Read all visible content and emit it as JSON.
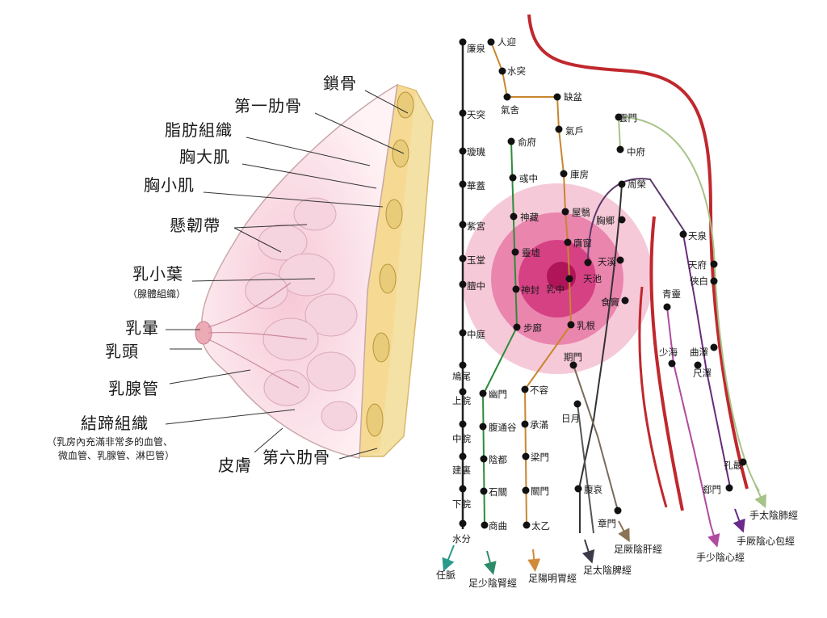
{
  "colors": {
    "ren": "#222222",
    "kidney": "#2e8b3a",
    "stomach": "#c8862e",
    "spleen": "#444444",
    "liver": "#8b7355",
    "heart": "#7b3f8c",
    "pericardium": "#6a2a7a",
    "lung": "#a6c48a",
    "gallbladder": "#7a6a5a",
    "red_curve": "#c0282d",
    "zone_outer": "#f2b6cd",
    "zone_mid": "#e5709f",
    "zone_inner": "#cc2e74",
    "zone_core": "#b0155a"
  },
  "anatomy": {
    "labels": [
      "鎖骨",
      "第一肋骨",
      "脂肪組織",
      "胸大肌",
      "胸小肌",
      "懸韌帶",
      "乳小葉",
      "乳暈",
      "乳頭",
      "乳腺管",
      "結蹄組織",
      "皮膚",
      "第六肋骨"
    ],
    "lobule_sub": "（腺體組織）",
    "connective_sub1": "（乳房內充滿非常多的血管、",
    "connective_sub2": "微血管、乳腺管、淋巴管）"
  },
  "points": {
    "ren": [
      "廉泉",
      "天突",
      "璇璣",
      "華蓋",
      "紫宮",
      "玉堂",
      "膻中",
      "中庭",
      "鳩尾",
      "上脘",
      "中脘",
      "建裏",
      "下脘",
      "水分"
    ],
    "stomach_upper": [
      "人迎",
      "水突",
      "氣舍",
      "缺盆",
      "氣戶",
      "庫房",
      "屋翳",
      "膺窗",
      "乳中",
      "乳根"
    ],
    "kidney_chest": [
      "俞府",
      "彧中",
      "神藏",
      "靈墟",
      "神封",
      "步廊"
    ],
    "kidney_abd": [
      "幽門",
      "腹通谷",
      "陰都",
      "石關",
      "商曲"
    ],
    "stomach_abd": [
      "不容",
      "承滿",
      "梁門",
      "關門",
      "太乙"
    ],
    "spleen": [
      "周榮",
      "胸鄉",
      "天溪",
      "食竇",
      "腹哀"
    ],
    "pericardium_pt": "天池",
    "liver": [
      "期門",
      "章門"
    ],
    "gallbladder": "日月",
    "lung": [
      "雲門",
      "中府"
    ],
    "pericardium_arm": [
      "天泉",
      "天府",
      "俠白",
      "曲澤",
      "尺澤"
    ],
    "heart": [
      "青靈",
      "少海"
    ],
    "lung_arm": [
      "孔最",
      "郄門"
    ]
  },
  "meridians": {
    "ren": "任脈",
    "kidney": "足少陰腎經",
    "stomach": "足陽明胃經",
    "spleen": "足太陰脾經",
    "liver": "足厥陰肝經",
    "heart": "手少陰心經",
    "pericardium": "手厥陰心包經",
    "lung": "手太陰肺經"
  }
}
